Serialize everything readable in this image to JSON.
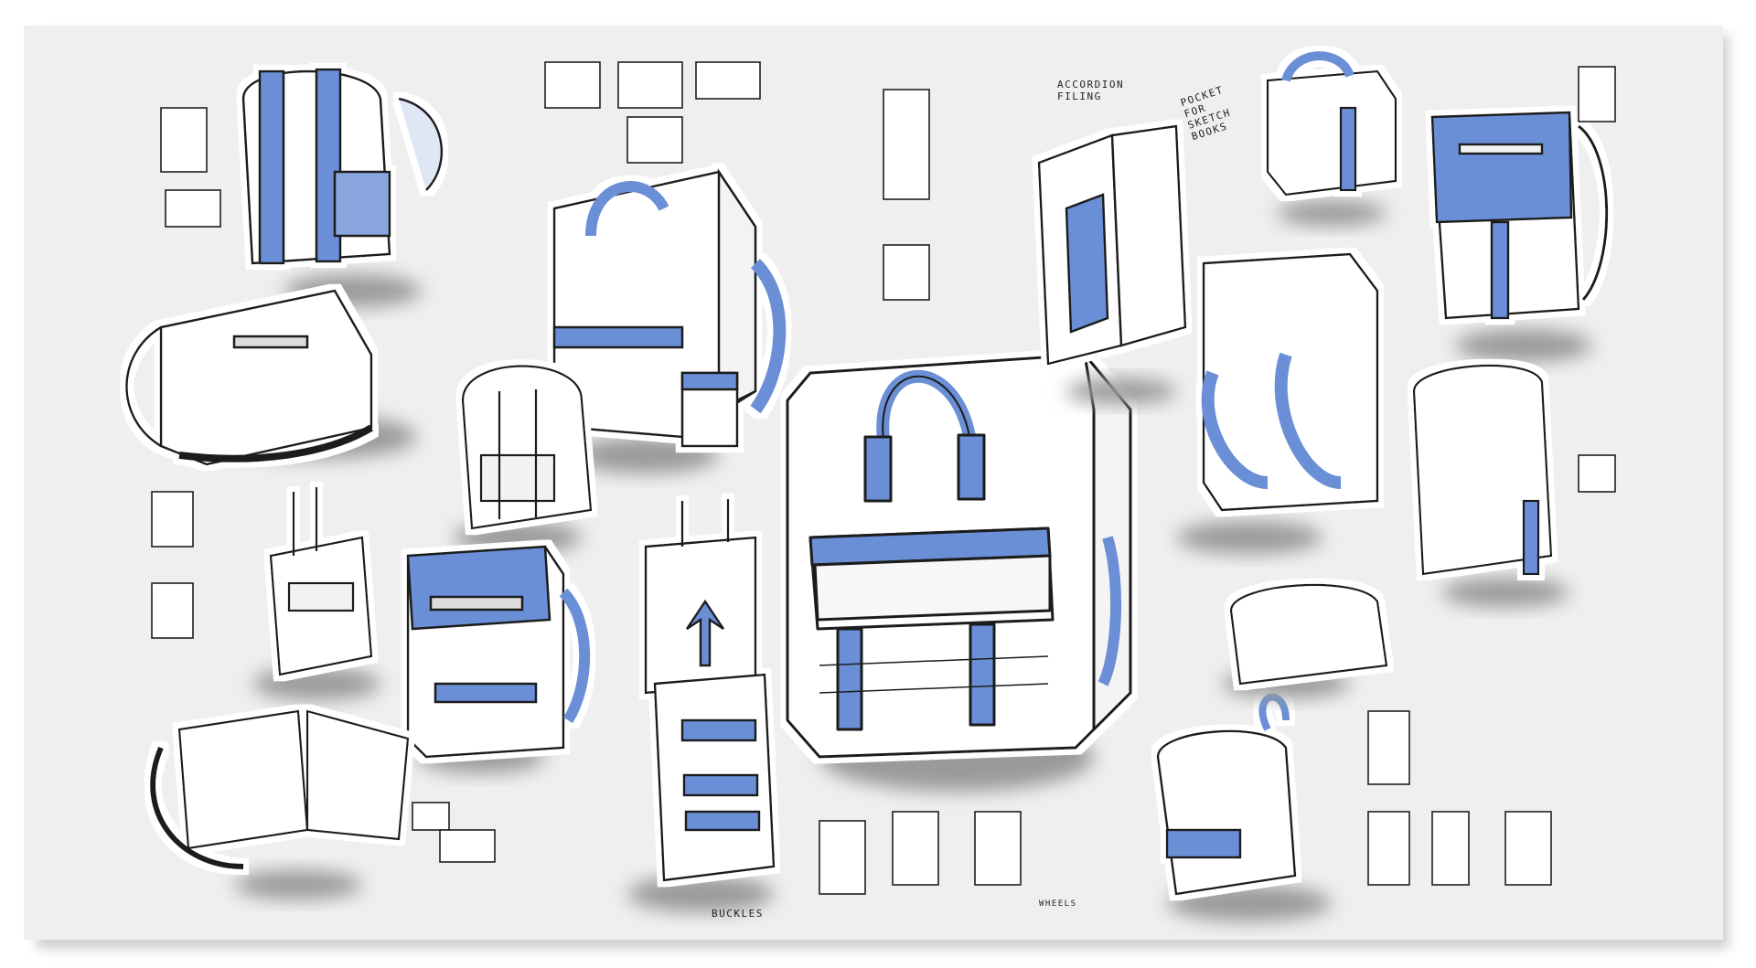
{
  "annotations": {
    "accordion_filing": "ACCORDION\nFILING",
    "pocket_for_sketchbooks": "POCKET\nFOR\nSKETCH\nBOOKS",
    "buckles": "BUCKLES",
    "wheels": "WHEELS"
  },
  "colors": {
    "sheet": "#efefef",
    "ink": "#1e1e1e",
    "accent_blue": "#6a8fd6",
    "shadow_gray": "#9a9a9a",
    "paper_white": "#ffffff"
  },
  "sketches": [
    "hero-backpack-sketch",
    "top-handle-backpack-sketch",
    "messenger-bag-sketch",
    "flap-backpack-sketch",
    "laptop-sleeve-sketch",
    "suitcase-sketch",
    "accordion-filing-sketch"
  ]
}
